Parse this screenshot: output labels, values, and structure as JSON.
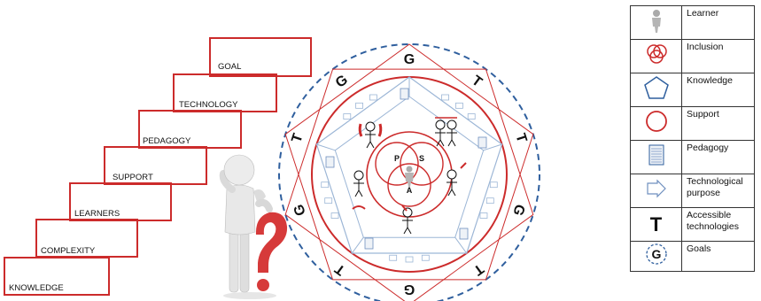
{
  "stairs": [
    "KNOWLEDGE",
    "COMPLEXITY",
    "LEARNERS",
    "SUPPORT",
    "PEDAGOGY",
    "TECHNOLOGY",
    "GOAL"
  ],
  "center": {
    "p": "P",
    "s": "S",
    "a": "A"
  },
  "ring_letters": [
    "G",
    "T",
    "T",
    "G",
    "T",
    "G",
    "T",
    "G",
    "T",
    "G"
  ],
  "legend": [
    {
      "icon": "learner-icon",
      "label": "Learner"
    },
    {
      "icon": "inclusion-icon",
      "label": "Inclusion"
    },
    {
      "icon": "knowledge-pentagon-icon",
      "label": "Knowledge"
    },
    {
      "icon": "support-circle-icon",
      "label": "Support"
    },
    {
      "icon": "pedagogy-document-icon",
      "label": "Pedagogy"
    },
    {
      "icon": "technological-purpose-icon",
      "label": "Technological purpose"
    },
    {
      "icon": "accessible-technologies-icon",
      "label": "Accessible technologies",
      "symbol": "T"
    },
    {
      "icon": "goals-icon",
      "label": "Goals",
      "symbol": "G"
    }
  ],
  "colors": {
    "red": "#cc2b2b",
    "blue": "#2f5f9e",
    "light_blue": "#9cb6d6",
    "gray": "#999999"
  }
}
